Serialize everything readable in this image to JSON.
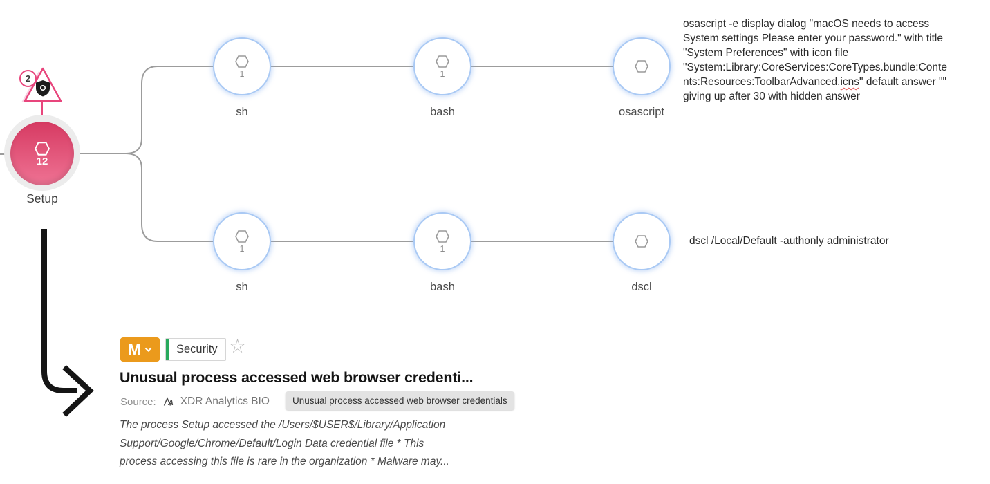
{
  "diagram": {
    "root": {
      "label": "Setup",
      "count": "12",
      "alert_badge": "2"
    },
    "top_branch": {
      "nodes": [
        {
          "label": "sh",
          "count": "1"
        },
        {
          "label": "bash",
          "count": "1"
        },
        {
          "label": "osascript"
        }
      ],
      "command_lines": [
        "osascript -e display dialog \"macOS needs to access",
        "System settings Please enter your password.\" with title",
        "\"System Preferences\" with icon file",
        "\"System:Library:CoreServices:CoreTypes.bundle:Conte",
        "nts:Resources:ToolbarAdvanced.icns\" default answer \"\"",
        "giving up after 30 with hidden answer"
      ],
      "misspelled_word": "icns"
    },
    "bottom_branch": {
      "nodes": [
        {
          "label": "sh",
          "count": "1"
        },
        {
          "label": "bash",
          "count": "1"
        },
        {
          "label": "dscl"
        }
      ],
      "command": "dscl /Local/Default -authonly administrator"
    }
  },
  "alert": {
    "severity_badge": {
      "label": "M"
    },
    "category": "Security",
    "title": "Unusual process accessed web browser credenti...",
    "source_label": "Source:",
    "source_value": "XDR Analytics BIO",
    "tooltip": "Unusual process accessed web browser credentials",
    "description_lines": [
      "The process Setup accessed the /Users/$USER$/Library/Application",
      "Support/Google/Chrome/Default/Login Data credential file * This",
      "process accessing this file is rare in the organization * Malware may..."
    ]
  },
  "colors": {
    "accent-red-dark": "#d63a62",
    "accent-red-light": "#ef7394",
    "node-blue": "#a9c9f4",
    "edge-gray": "#9c9c9c",
    "sev-orange": "#eb9a1c",
    "cat-green": "#28a95c",
    "badge-pink": "#e8457c",
    "annotation-black": "#151515"
  }
}
